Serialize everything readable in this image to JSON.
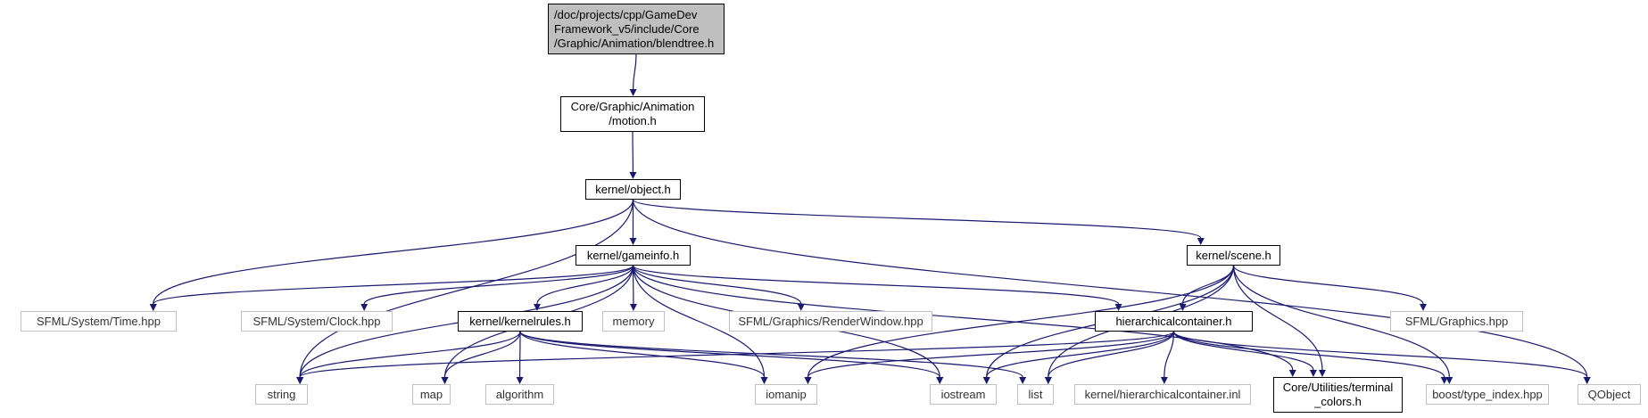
{
  "colors": {
    "edge": "#191970",
    "root_fill": "#bfbfbf",
    "header_border": "#000000",
    "external_border": "#c0c0c0"
  },
  "nodes": {
    "blendtree": {
      "label": "/doc/projects/cpp/GameDev\nFramework_v5/include/Core\n/Graphic/Animation/blendtree.h",
      "kind": "root"
    },
    "motion": {
      "label": "Core/Graphic/Animation\n/motion.h",
      "kind": "header"
    },
    "object": {
      "label": "kernel/object.h",
      "kind": "header"
    },
    "gameinfo": {
      "label": "kernel/gameinfo.h",
      "kind": "header"
    },
    "scene": {
      "label": "kernel/scene.h",
      "kind": "header"
    },
    "time": {
      "label": "SFML/System/Time.hpp",
      "kind": "external"
    },
    "clock": {
      "label": "SFML/System/Clock.hpp",
      "kind": "external"
    },
    "kernelrules": {
      "label": "kernel/kernelrules.h",
      "kind": "header"
    },
    "memory": {
      "label": "memory",
      "kind": "external"
    },
    "renderwindow": {
      "label": "SFML/Graphics/RenderWindow.hpp",
      "kind": "external"
    },
    "hierarchical": {
      "label": "hierarchicalcontainer.h",
      "kind": "header"
    },
    "sfmlgraphics": {
      "label": "SFML/Graphics.hpp",
      "kind": "external"
    },
    "string": {
      "label": "string",
      "kind": "external"
    },
    "map": {
      "label": "map",
      "kind": "external"
    },
    "algorithm": {
      "label": "algorithm",
      "kind": "external"
    },
    "iomanip": {
      "label": "iomanip",
      "kind": "external"
    },
    "iostream": {
      "label": "iostream",
      "kind": "external"
    },
    "list": {
      "label": "list",
      "kind": "external"
    },
    "hierinl": {
      "label": "kernel/hierarchicalcontainer.inl",
      "kind": "external"
    },
    "terminal": {
      "label": "Core/Utilities/terminal\n_colors.h",
      "kind": "header"
    },
    "typeindex": {
      "label": "boost/type_index.hpp",
      "kind": "external"
    },
    "qobject": {
      "label": "QObject",
      "kind": "external"
    }
  },
  "edges": [
    [
      "blendtree",
      "motion"
    ],
    [
      "motion",
      "object"
    ],
    [
      "object",
      "string"
    ],
    [
      "object",
      "time"
    ],
    [
      "object",
      "gameinfo"
    ],
    [
      "object",
      "scene"
    ],
    [
      "object",
      "qobject"
    ],
    [
      "gameinfo",
      "time"
    ],
    [
      "gameinfo",
      "clock"
    ],
    [
      "gameinfo",
      "kernelrules"
    ],
    [
      "gameinfo",
      "memory"
    ],
    [
      "gameinfo",
      "renderwindow"
    ],
    [
      "gameinfo",
      "hierarchical"
    ],
    [
      "gameinfo",
      "string"
    ],
    [
      "gameinfo",
      "map"
    ],
    [
      "gameinfo",
      "iomanip"
    ],
    [
      "gameinfo",
      "iostream"
    ],
    [
      "gameinfo",
      "terminal"
    ],
    [
      "scene",
      "hierarchical"
    ],
    [
      "scene",
      "sfmlgraphics"
    ],
    [
      "scene",
      "iomanip"
    ],
    [
      "scene",
      "iostream"
    ],
    [
      "scene",
      "list"
    ],
    [
      "scene",
      "terminal"
    ],
    [
      "scene",
      "typeindex"
    ],
    [
      "kernelrules",
      "string"
    ],
    [
      "kernelrules",
      "map"
    ],
    [
      "kernelrules",
      "algorithm"
    ],
    [
      "kernelrules",
      "iomanip"
    ],
    [
      "kernelrules",
      "iostream"
    ],
    [
      "kernelrules",
      "list"
    ],
    [
      "hierarchical",
      "string"
    ],
    [
      "hierarchical",
      "iomanip"
    ],
    [
      "hierarchical",
      "iostream"
    ],
    [
      "hierarchical",
      "list"
    ],
    [
      "hierarchical",
      "hierinl"
    ],
    [
      "hierarchical",
      "terminal"
    ],
    [
      "hierarchical",
      "typeindex"
    ],
    [
      "hierarchical",
      "qobject"
    ]
  ]
}
